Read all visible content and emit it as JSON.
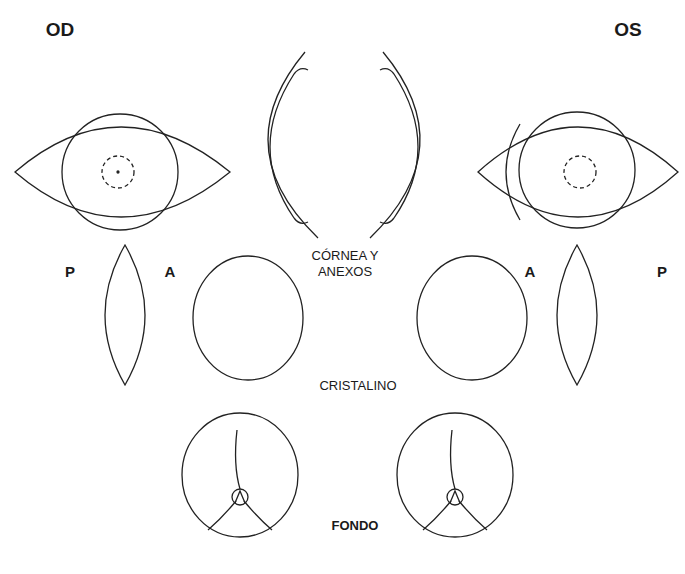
{
  "diagram": {
    "labels": [
      "OD",
      "OS",
      "P",
      "A",
      "CÓRNEA Y ANEXOS",
      "A",
      "P",
      "CRISTALINO",
      "FONDO"
    ]
  }
}
